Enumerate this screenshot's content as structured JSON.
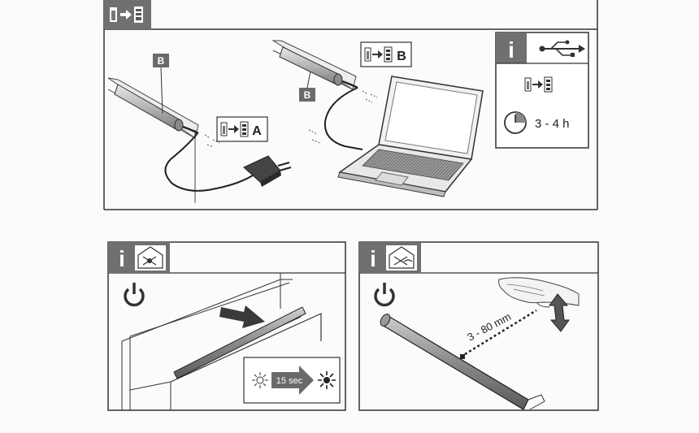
{
  "charging_panel": {
    "callout_b_left": "B",
    "callout_b_right": "B",
    "charge_label_adapter": "A",
    "charge_label_laptop": "B"
  },
  "info_box": {
    "info_icon": "i",
    "usb_icon": "usb-icon",
    "charge_time": "3 - 4 h"
  },
  "drawer_panel": {
    "info_icon": "i",
    "timer_label": "15 sec"
  },
  "hand_panel": {
    "info_icon": "i",
    "distance_label": "3 - 80 mm"
  }
}
